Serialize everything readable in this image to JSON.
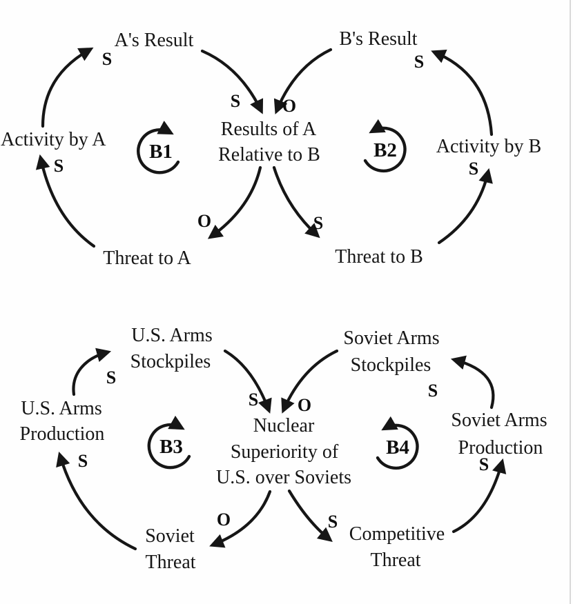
{
  "figure": {
    "type": "causal-loop-diagram",
    "ink_color": "#161616",
    "paper_color": "#fefefe"
  },
  "top": {
    "title": "escalation-archetype-generic",
    "nodes": {
      "as_result": {
        "lines": [
          "A's Result"
        ]
      },
      "bs_result": {
        "lines": [
          "B's Result"
        ]
      },
      "results_rel": {
        "lines": [
          "Results of A",
          "Relative to B"
        ]
      },
      "activity_a": {
        "lines": [
          "Activity by A"
        ]
      },
      "activity_b": {
        "lines": [
          "Activity by B"
        ]
      },
      "threat_a": {
        "lines": [
          "Threat to A"
        ]
      },
      "threat_b": {
        "lines": [
          "Threat to B"
        ]
      }
    },
    "loops": [
      {
        "label": "B1",
        "direction": "clockwise"
      },
      {
        "label": "B2",
        "direction": "counterclockwise"
      }
    ],
    "links": [
      {
        "from": "Activity by A",
        "to": "A's Result",
        "polarity": "S"
      },
      {
        "from": "A's Result",
        "to": "Results of A Relative to B",
        "polarity": "S"
      },
      {
        "from": "B's Result",
        "to": "Results of A Relative to B",
        "polarity": "O"
      },
      {
        "from": "Results of A Relative to B",
        "to": "Threat to A",
        "polarity": "O"
      },
      {
        "from": "Results of A Relative to B",
        "to": "Threat to B",
        "polarity": "S"
      },
      {
        "from": "Threat to A",
        "to": "Activity by A",
        "polarity": "S"
      },
      {
        "from": "Threat to B",
        "to": "Activity by B",
        "polarity": "S"
      },
      {
        "from": "Activity by B",
        "to": "B's Result",
        "polarity": "S"
      }
    ]
  },
  "bottom": {
    "title": "escalation-archetype-arms-race",
    "nodes": {
      "us_stockpiles": {
        "lines": [
          "U.S. Arms",
          "Stockpiles"
        ]
      },
      "soviet_stockpiles": {
        "lines": [
          "Soviet Arms",
          "Stockpiles"
        ]
      },
      "us_production": {
        "lines": [
          "U.S. Arms",
          "Production"
        ]
      },
      "soviet_production": {
        "lines": [
          "Soviet Arms",
          "Production"
        ]
      },
      "nuclear_superiority": {
        "lines": [
          "Nuclear",
          "Superiority of",
          "U.S. over Soviets"
        ]
      },
      "soviet_threat": {
        "lines": [
          "Soviet",
          "Threat"
        ]
      },
      "competitive_threat": {
        "lines": [
          "Competitive",
          "Threat"
        ]
      }
    },
    "loops": [
      {
        "label": "B3",
        "direction": "clockwise"
      },
      {
        "label": "B4",
        "direction": "counterclockwise"
      }
    ],
    "links": [
      {
        "from": "U.S. Arms Production",
        "to": "U.S. Arms Stockpiles",
        "polarity": "S"
      },
      {
        "from": "U.S. Arms Stockpiles",
        "to": "Nuclear Superiority of U.S. over Soviets",
        "polarity": "S"
      },
      {
        "from": "Soviet Arms Stockpiles",
        "to": "Nuclear Superiority of U.S. over Soviets",
        "polarity": "O"
      },
      {
        "from": "Nuclear Superiority of U.S. over Soviets",
        "to": "Soviet Threat",
        "polarity": "O"
      },
      {
        "from": "Nuclear Superiority of U.S. over Soviets",
        "to": "Competitive Threat",
        "polarity": "S"
      },
      {
        "from": "Soviet Threat",
        "to": "U.S. Arms Production",
        "polarity": "S"
      },
      {
        "from": "Competitive Threat",
        "to": "Soviet Arms Production",
        "polarity": "S"
      },
      {
        "from": "Soviet Arms Production",
        "to": "Soviet Arms Stockpiles",
        "polarity": "S"
      }
    ]
  }
}
